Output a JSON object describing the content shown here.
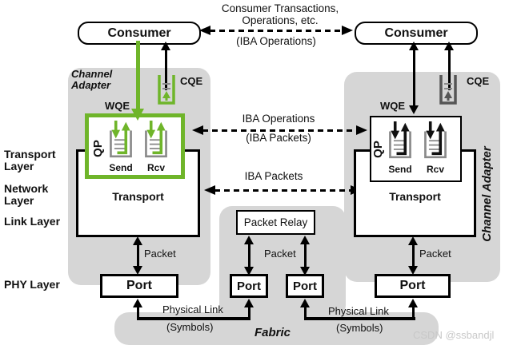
{
  "consumers": {
    "left": "Consumer",
    "right": "Consumer"
  },
  "top_link": {
    "line1": "Consumer Transactions,",
    "line2": "Operations, etc.",
    "line3": "(IBA Operations)"
  },
  "mid_links": {
    "operations_line1": "IBA Operations",
    "operations_line2": "(IBA Packets)",
    "packets": "IBA Packets"
  },
  "left_adapter": {
    "name_line1": "Channel",
    "name_line2": "Adapter",
    "wqe_label": "WQE",
    "cqe_label": "CQE",
    "qp_label": "QP",
    "send_label": "Send",
    "rcv_label": "Rcv",
    "transport_label": "Transport",
    "packet_label": "Packet",
    "port_label": "Port"
  },
  "right_adapter": {
    "name": "Channel Adapter",
    "wqe_label": "WQE",
    "cqe_label": "CQE",
    "qp_label": "QP",
    "send_label": "Send",
    "rcv_label": "Rcv",
    "transport_label": "Transport",
    "packet_label": "Packet",
    "port_label": "Port"
  },
  "switch_unit": {
    "packet_relay_label": "Packet Relay",
    "packet_label": "Packet",
    "port_left_label": "Port",
    "port_right_label": "Port"
  },
  "layers": {
    "transport_line1": "Transport",
    "transport_line2": "Layer",
    "network_line1": "Network",
    "network_line2": "Layer",
    "link": "Link Layer",
    "phy": "PHY Layer"
  },
  "physical": {
    "left_line1": "Physical Link",
    "left_line2": "(Symbols)",
    "right_line1": "Physical Link",
    "right_line2": "(Symbols)"
  },
  "fabric_label": "Fabric",
  "watermark": "CSDN @ssbandjl",
  "colors": {
    "accent_green": "#6fb52a",
    "adapter_fill": "#d6d6d6",
    "queue_gray": "#8a8a8a",
    "watermark_gray": "#c8c8c8"
  }
}
